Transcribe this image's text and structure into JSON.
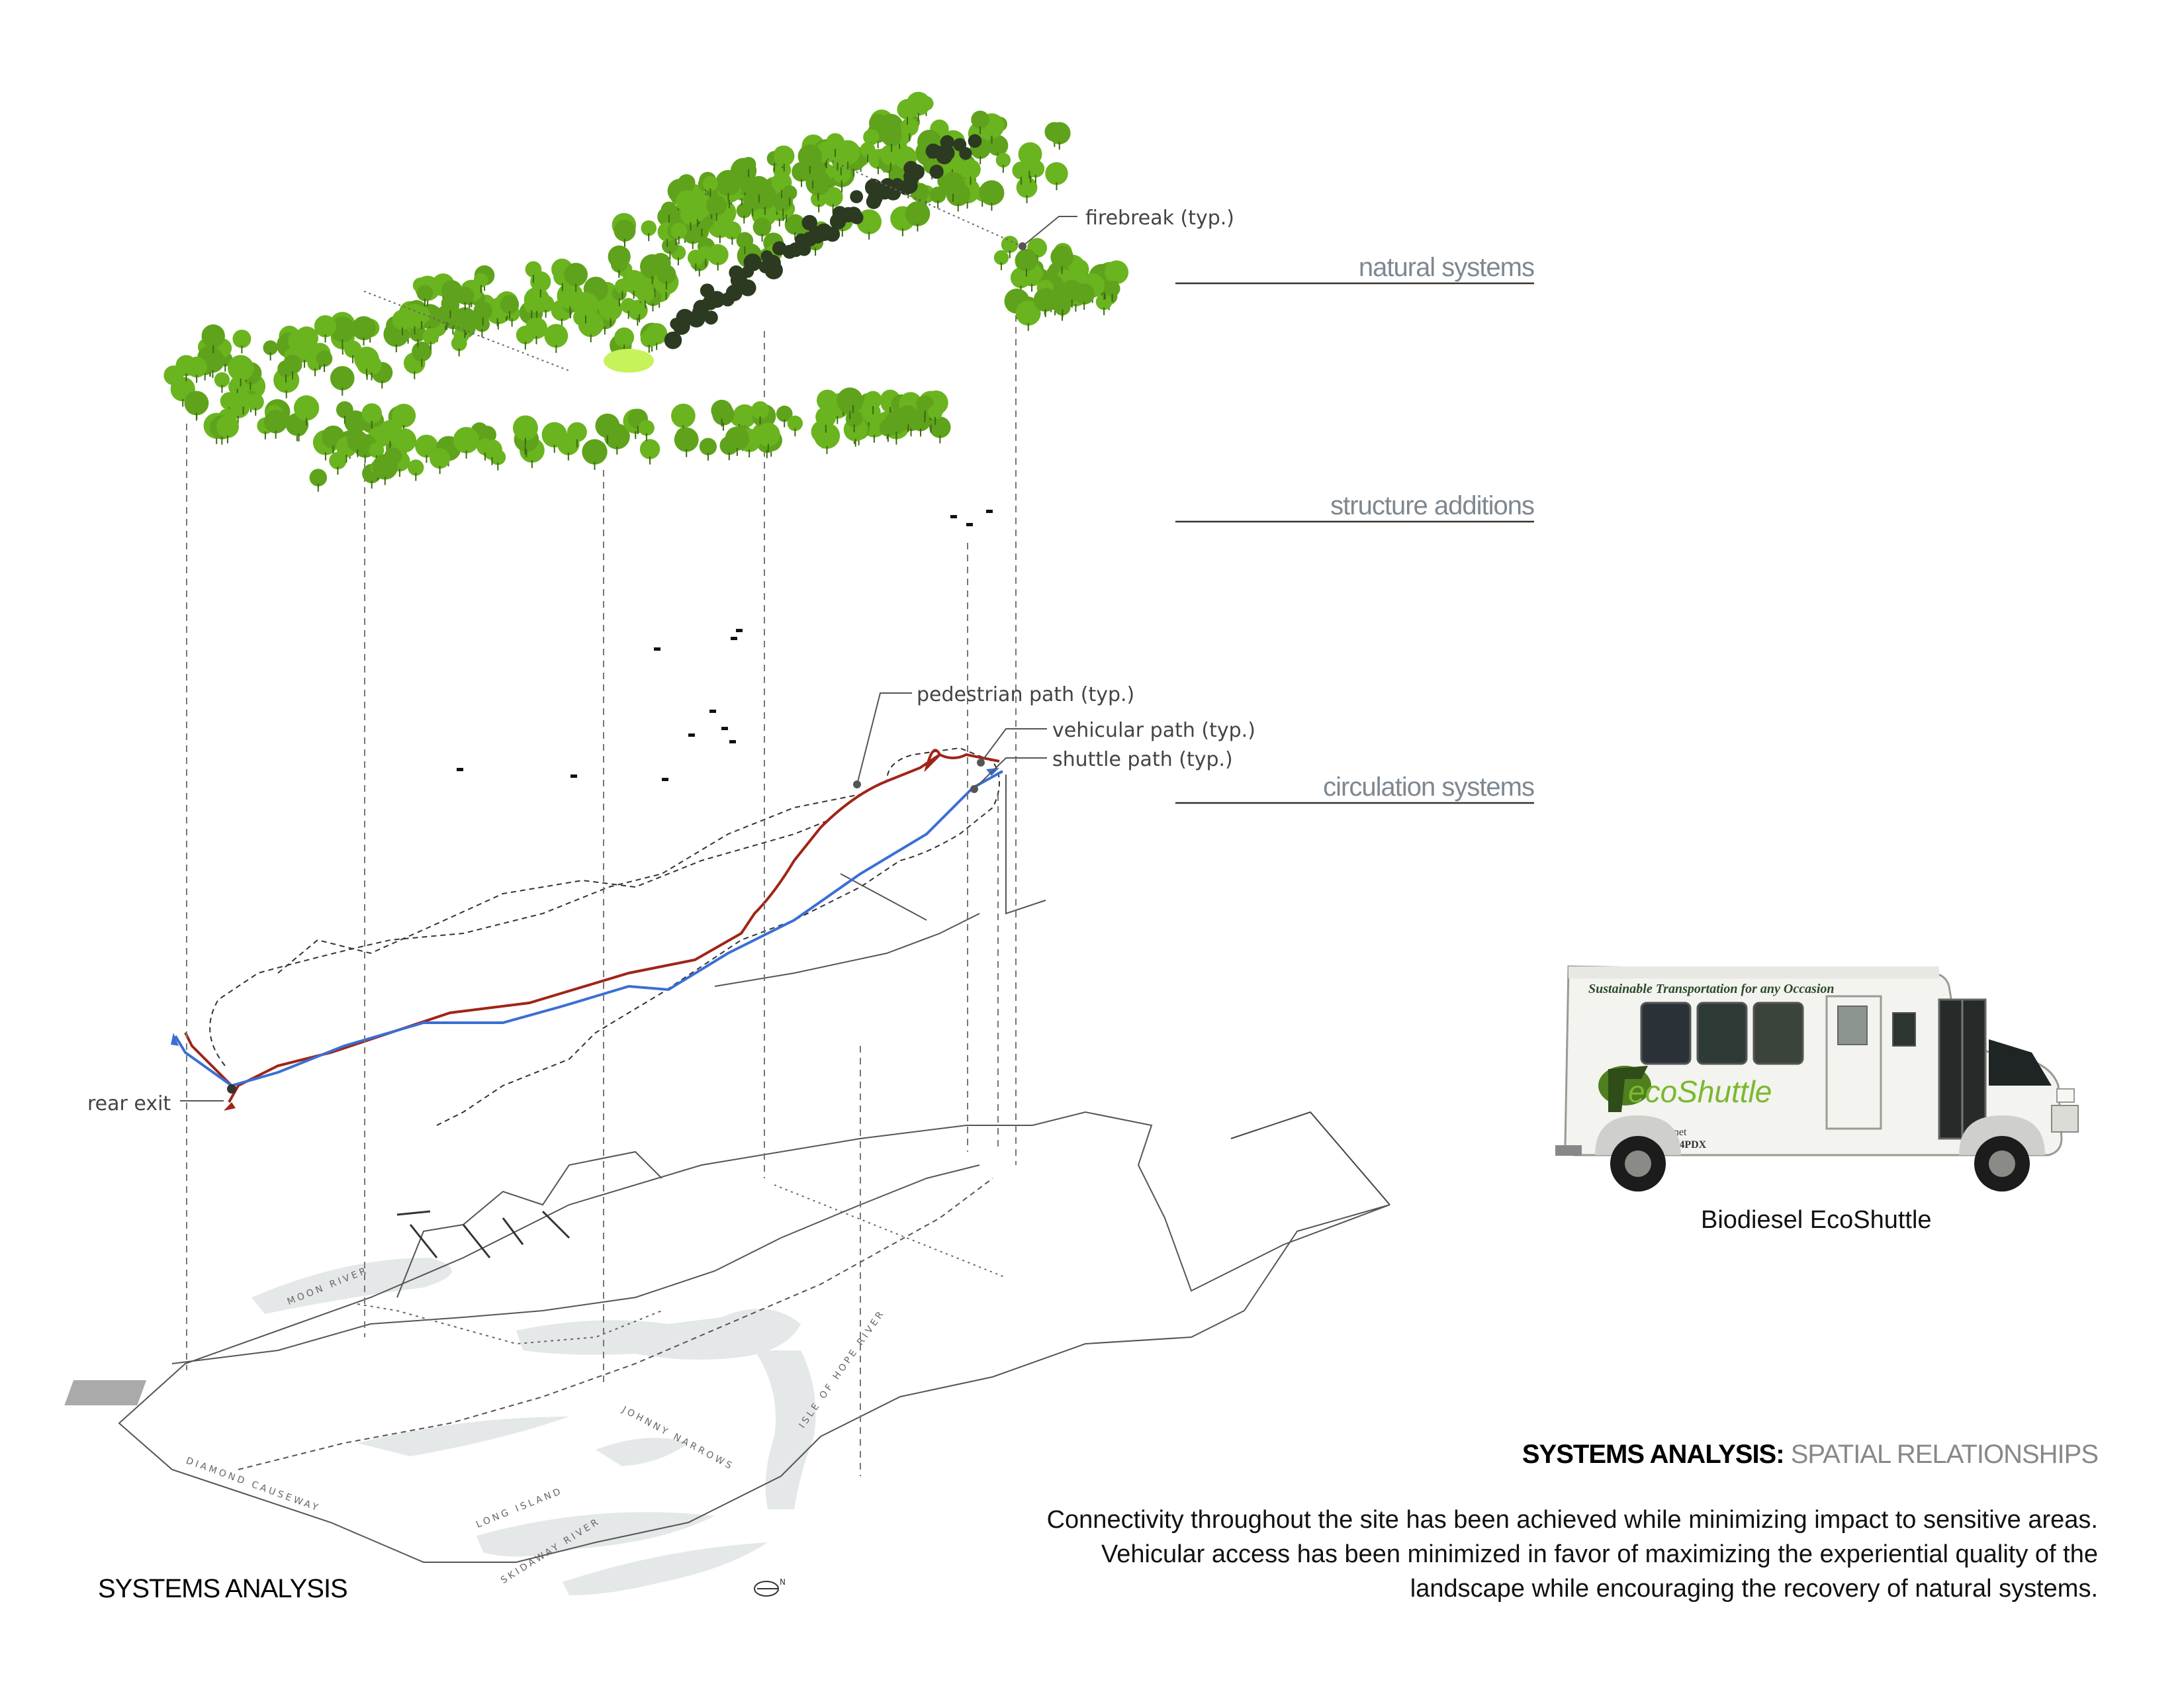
{
  "layers": {
    "natural": "natural systems",
    "structure": "structure additions",
    "circulation": "circulation systems"
  },
  "callouts": {
    "firebreak": "firebreak (typ.)",
    "pedestrian": "pedestrian path (typ.)",
    "vehicular": "vehicular path (typ.)",
    "shuttle": "shuttle path (typ.)",
    "rear_exit": "rear exit"
  },
  "shuttle": {
    "caption": "Biodiesel EcoShuttle",
    "banner": "Sustainable Transportation for any Occasion",
    "logo": "ecoShuttle",
    "site": "ecoshuttle.net",
    "phone": "1-877-ECO4PDX"
  },
  "summary": {
    "heading_strong": "SYSTEMS ANALYSIS:",
    "heading_light": "SPATIAL RELATIONSHIPS",
    "body": "Connectivity throughout the site has been achieved while minimizing impact to sensitive areas.  Vehicular access has been minimized in favor of maximizing the experiential quality of the landscape while encouraging the recovery of natural systems."
  },
  "page_title": "SYSTEMS ANALYSIS",
  "map_labels": {
    "moon_river": "MOON RIVER",
    "isle_of_hope_river": "ISLE OF HOPE RIVER",
    "johnny_narrows": "JOHNNY NARROWS",
    "long_island": "LONG ISLAND",
    "diamond_causeway": "DIAMOND CAUSEWAY",
    "skidaway_river": "SKIDAWAY RIVER"
  },
  "colors": {
    "tree_green": "#5fa21c",
    "tree_dark": "#3c6a12",
    "firebreak_dark": "#2b3a20",
    "vehicular_red": "#a02418",
    "shuttle_blue": "#3a6fd4",
    "water_gray": "#e4e8e8",
    "layer_title_gray": "#7d8891"
  }
}
